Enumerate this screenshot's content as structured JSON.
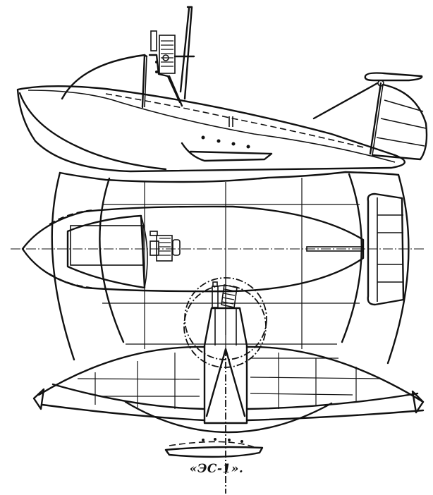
{
  "figure": {
    "caption": "«ЭС-1».",
    "views": [
      {
        "name": "side-view",
        "description": "Side elevation of airboat hull with cabin canopy, engine, propeller mast and tail rudder"
      },
      {
        "name": "top-view",
        "description": "Plan view of hull with cockpit, engine, propeller disk arcs and rear rudder"
      },
      {
        "name": "front-view",
        "description": "Front view showing wing-like hull with gridded structure and propeller circle"
      }
    ],
    "colors": {
      "ink": "#111111",
      "paper": "#ffffff"
    }
  }
}
